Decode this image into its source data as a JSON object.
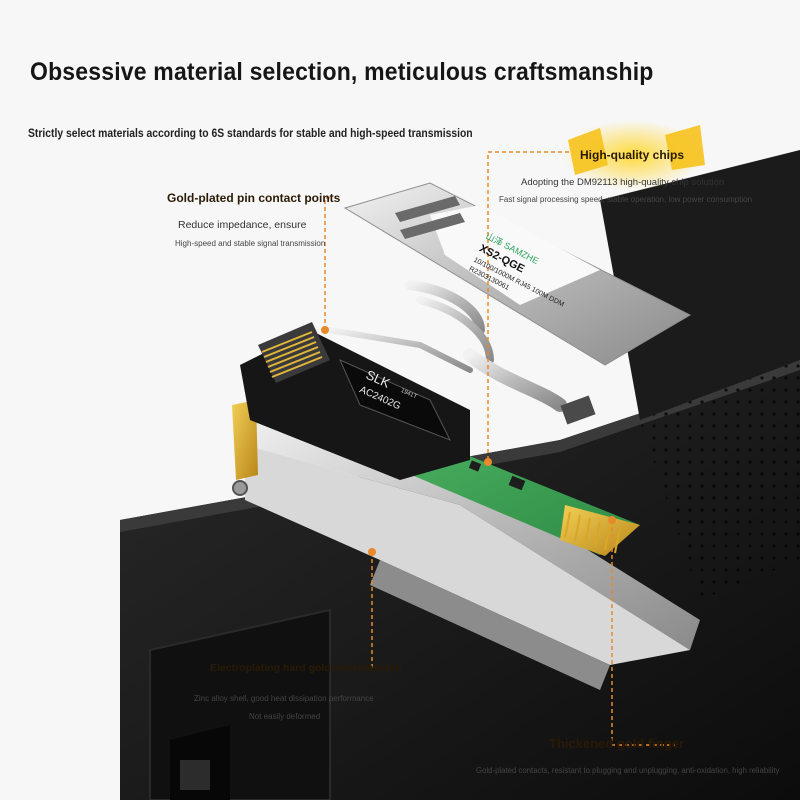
{
  "headline": "Obsessive material selection, meticulous craftsmanship",
  "subline": "Strictly select materials according to 6S standards for stable and high-speed transmission",
  "callouts": {
    "chips": {
      "title": "High-quality chips",
      "line1": "Adopting the DM92113 high-quality chip solution",
      "line2": "Fast signal processing speed, stable operation, low power consumption"
    },
    "pins": {
      "title": "Gold-plated pin contact points",
      "line1": "Reduce impedance, ensure",
      "line2": "High-speed and stable signal transmission"
    },
    "electroplating": {
      "title": "Electroplating hard gold workmanship",
      "line1": "Zinc alloy shell, good heat dissipation performance",
      "line2": "Not easily deformed"
    },
    "gold_finger": {
      "title": "Thickened gold finger",
      "line1": "Gold-plated contacts, resistant to plugging and unplugging, anti-oxidation, high reliability"
    }
  },
  "label": {
    "brand": "山泽 SAMZHE",
    "model": "XS2-QGE",
    "spec": "10/100/1000M RJ45 100M DDM",
    "serial": "R2303130061"
  },
  "chip": {
    "brand": "SLK",
    "model": "AC2402G",
    "code": "1941T"
  },
  "colors": {
    "accent": "#e8892a",
    "chip_glow": "#f5c11a",
    "pcb": "#3fa858",
    "housing": "#151515",
    "gold": "#d9a628"
  }
}
